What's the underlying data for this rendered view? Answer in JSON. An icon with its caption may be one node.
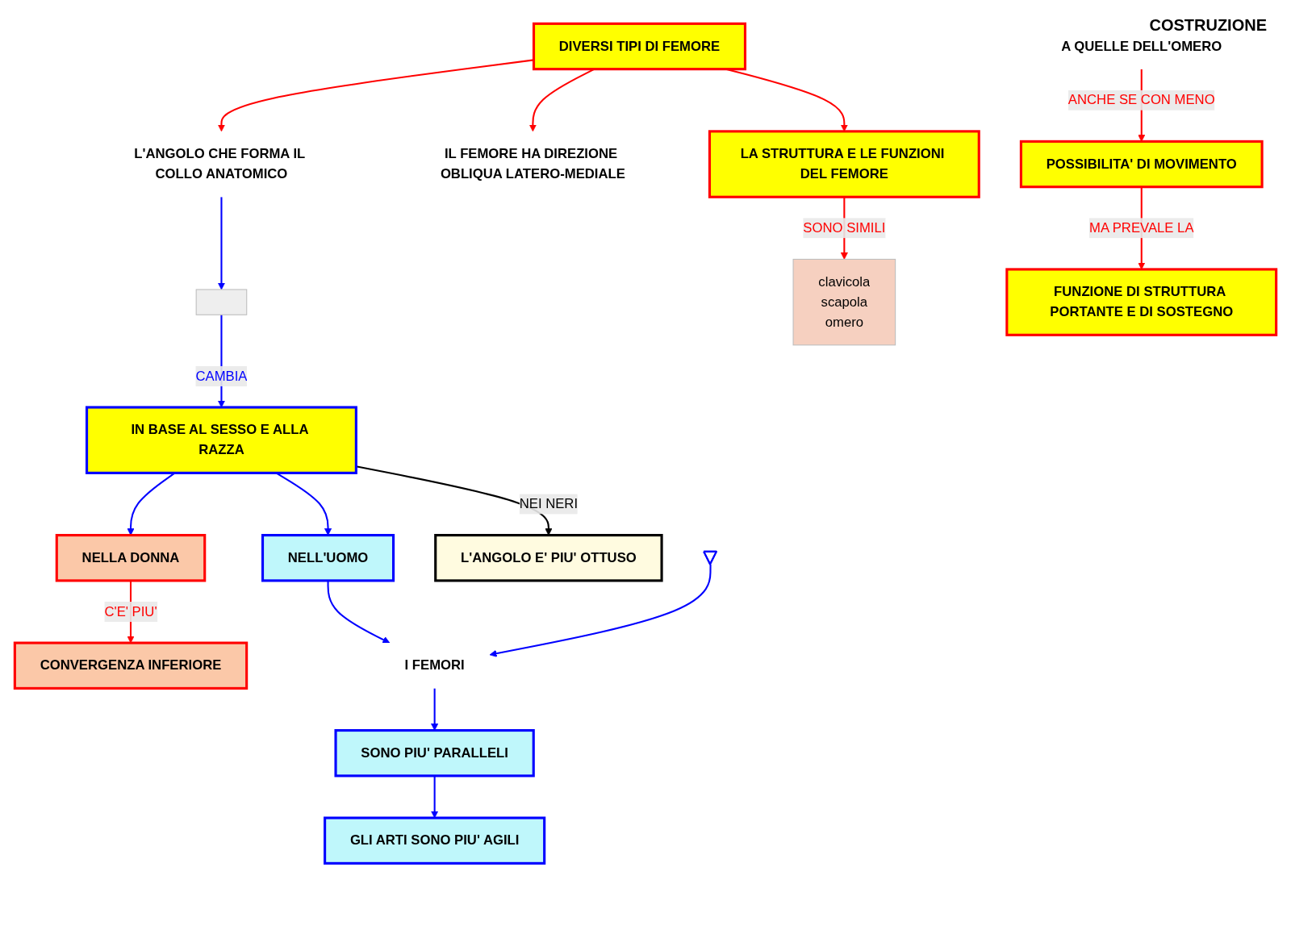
{
  "diagram": {
    "nodes": [
      {
        "text": [
          "DIVERSI TIPI DI FEMORE"
        ]
      },
      {
        "text": [
          "LA STRUTTURA E LE FUNZIONI DEL FEMORE"
        ]
      },
      {
        "text": [
          "IL FEMORE HA DIREZIONE OBLIQUA LATERO-MEDIALE"
        ]
      },
      {
        "text": [
          "L'ANGOLO CHE FORMA IL COLLO ANATOMICO"
        ]
      },
      {
        "text": [],
        "shape": "picture"
      },
      {
        "text": [
          "IN BASE AL SESSO E ALLA RAZZA"
        ]
      },
      {
        "text": [
          "NELLA DONNA"
        ]
      },
      {
        "text": [
          "NELL'UOMO"
        ]
      },
      {
        "text": [
          "L'ANGOLO E' PIU' OTTUSO"
        ]
      },
      {
        "text": [],
        "shape": "triangle"
      },
      {
        "text": [
          "CONVERGENZA INFERIORE"
        ]
      },
      {
        "text": [
          "I FEMORI"
        ]
      },
      {
        "text": [
          "SONO PIU' PARALLELI"
        ]
      },
      {
        "text": [
          "GLI ARTI SONO PIU' AGILI"
        ]
      },
      {
        "text": [
          "clavicola",
          "scapola",
          "omero"
        ]
      },
      {
        "text": [
          "A QUELLE DELL'OMERO"
        ]
      },
      {
        "text": [
          "POSSIBILITA' DI MOVIMENTO"
        ]
      },
      {
        "text": [
          "FUNZIONE DI STRUTTURA PORTANTE E DI SOSTEGNO"
        ]
      }
    ],
    "edges": [
      {
        "from": 0,
        "to": 2,
        "arrow": "to",
        "color": "#ff0000"
      },
      {
        "from": 0,
        "to": 3,
        "arrow": "to",
        "color": "#ff0000"
      },
      {
        "from": 0,
        "to": 1,
        "arrow": "to",
        "color": "#ff0000"
      },
      {
        "from": 3,
        "to": 4,
        "arrow": "to"
      },
      {
        "from": 4,
        "to": 5,
        "label": "CAMBIA",
        "arrow": "to"
      },
      {
        "from": 5,
        "to": 6,
        "arrow": "to"
      },
      {
        "from": 5,
        "to": 7,
        "arrow": "to"
      },
      {
        "from": 5,
        "to": 8,
        "label": "NEI NERI",
        "arrow": "to",
        "color": "#000000"
      },
      {
        "from": 6,
        "to": 10,
        "label": "C'E' PIU'",
        "arrow": "to",
        "color": "#ff0000"
      },
      {
        "from": 7,
        "to": 11,
        "arrow": "to"
      },
      {
        "from": 9,
        "to": 11,
        "arrow": "to"
      },
      {
        "from": 11,
        "to": 12,
        "arrow": "to"
      },
      {
        "from": 12,
        "to": 13,
        "arrow": "to"
      },
      {
        "from": 1,
        "to": 14,
        "label": "SONO SIMILI",
        "arrow": "to",
        "color": "#ff0000"
      },
      {
        "from": 15,
        "to": 16,
        "label": "ANCHE SE CON MENO",
        "arrow": "to",
        "color": "#ff0000"
      },
      {
        "from": 16,
        "to": 17,
        "label": "MA PREVALE LA",
        "arrow": "to",
        "color": "#ff0000"
      }
    ],
    "labels": [
      "COSTRUZIONE"
    ]
  }
}
